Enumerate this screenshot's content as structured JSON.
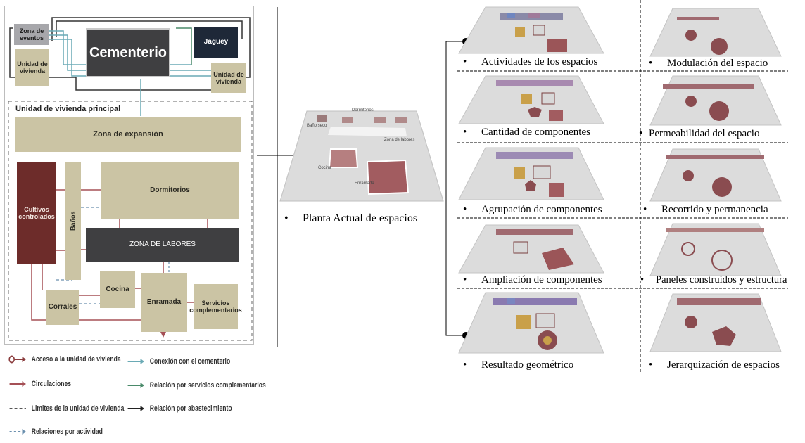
{
  "diagram": {
    "blocks": {
      "zona_eventos": "Zona de eventos",
      "cementerio": "Cementerio",
      "jaguey": "Jaguey",
      "unidad_vivienda_left": "Unidad de vivienda",
      "unidad_vivienda_right": "Unidad de vivienda",
      "principal_title": "Unidad de vivienda principal",
      "zona_expansion": "Zona de expansión",
      "cultivos": "Cultivos controlados",
      "banos": "Baños",
      "dormitorios": "Dormitorios",
      "zona_labores": "ZONA DE LABORES",
      "cocina": "Cocina",
      "corrales": "Corrales",
      "enramada": "Enramada",
      "servicios": "Servicios complementarios"
    },
    "legend": [
      {
        "label": "Acceso a la unidad de vivienda",
        "style": "access",
        "color": "#8a3b3c"
      },
      {
        "label": "Circulaciones",
        "style": "solid",
        "color": "#a55056"
      },
      {
        "label": "Limites de la unidad de vivienda",
        "style": "dashed",
        "color": "#555555"
      },
      {
        "label": "Relaciones por actividad",
        "style": "dashed-arrow",
        "color": "#6a8fae"
      },
      {
        "label": "Conexión con el cementerio",
        "style": "arrow",
        "color": "#6aaab5"
      },
      {
        "label": "Relación por servicios complementarios",
        "style": "arrow",
        "color": "#4a8a6a"
      },
      {
        "label": "Relación por abastecimiento",
        "style": "arrow",
        "color": "#222222"
      }
    ]
  },
  "center": {
    "caption": "Planta Actual de espacios",
    "thumb_labels": [
      "Dormitorios",
      "Baño seco",
      "Zona de labores",
      "Cocina",
      "Enramada"
    ],
    "bullet": "•"
  },
  "left_column": [
    "Actividades de los espacios",
    "Cantidad de componentes",
    "Agrupación de componentes",
    "Ampliación de componentes",
    "Resultado geométrico"
  ],
  "right_column": [
    "Modulación del espacio",
    "Permeabilidad del espacio",
    "Recorrido y permanencia",
    "Paneles construidos y estructura",
    "Jerarquización de espacios"
  ],
  "colors": {
    "tan": "#cbc4a4",
    "dark": "#3f3f41",
    "navy": "#1e2838",
    "maroon": "#6d2c2a",
    "circulation": "#a55056",
    "cemetery_link": "#6aaab5"
  }
}
